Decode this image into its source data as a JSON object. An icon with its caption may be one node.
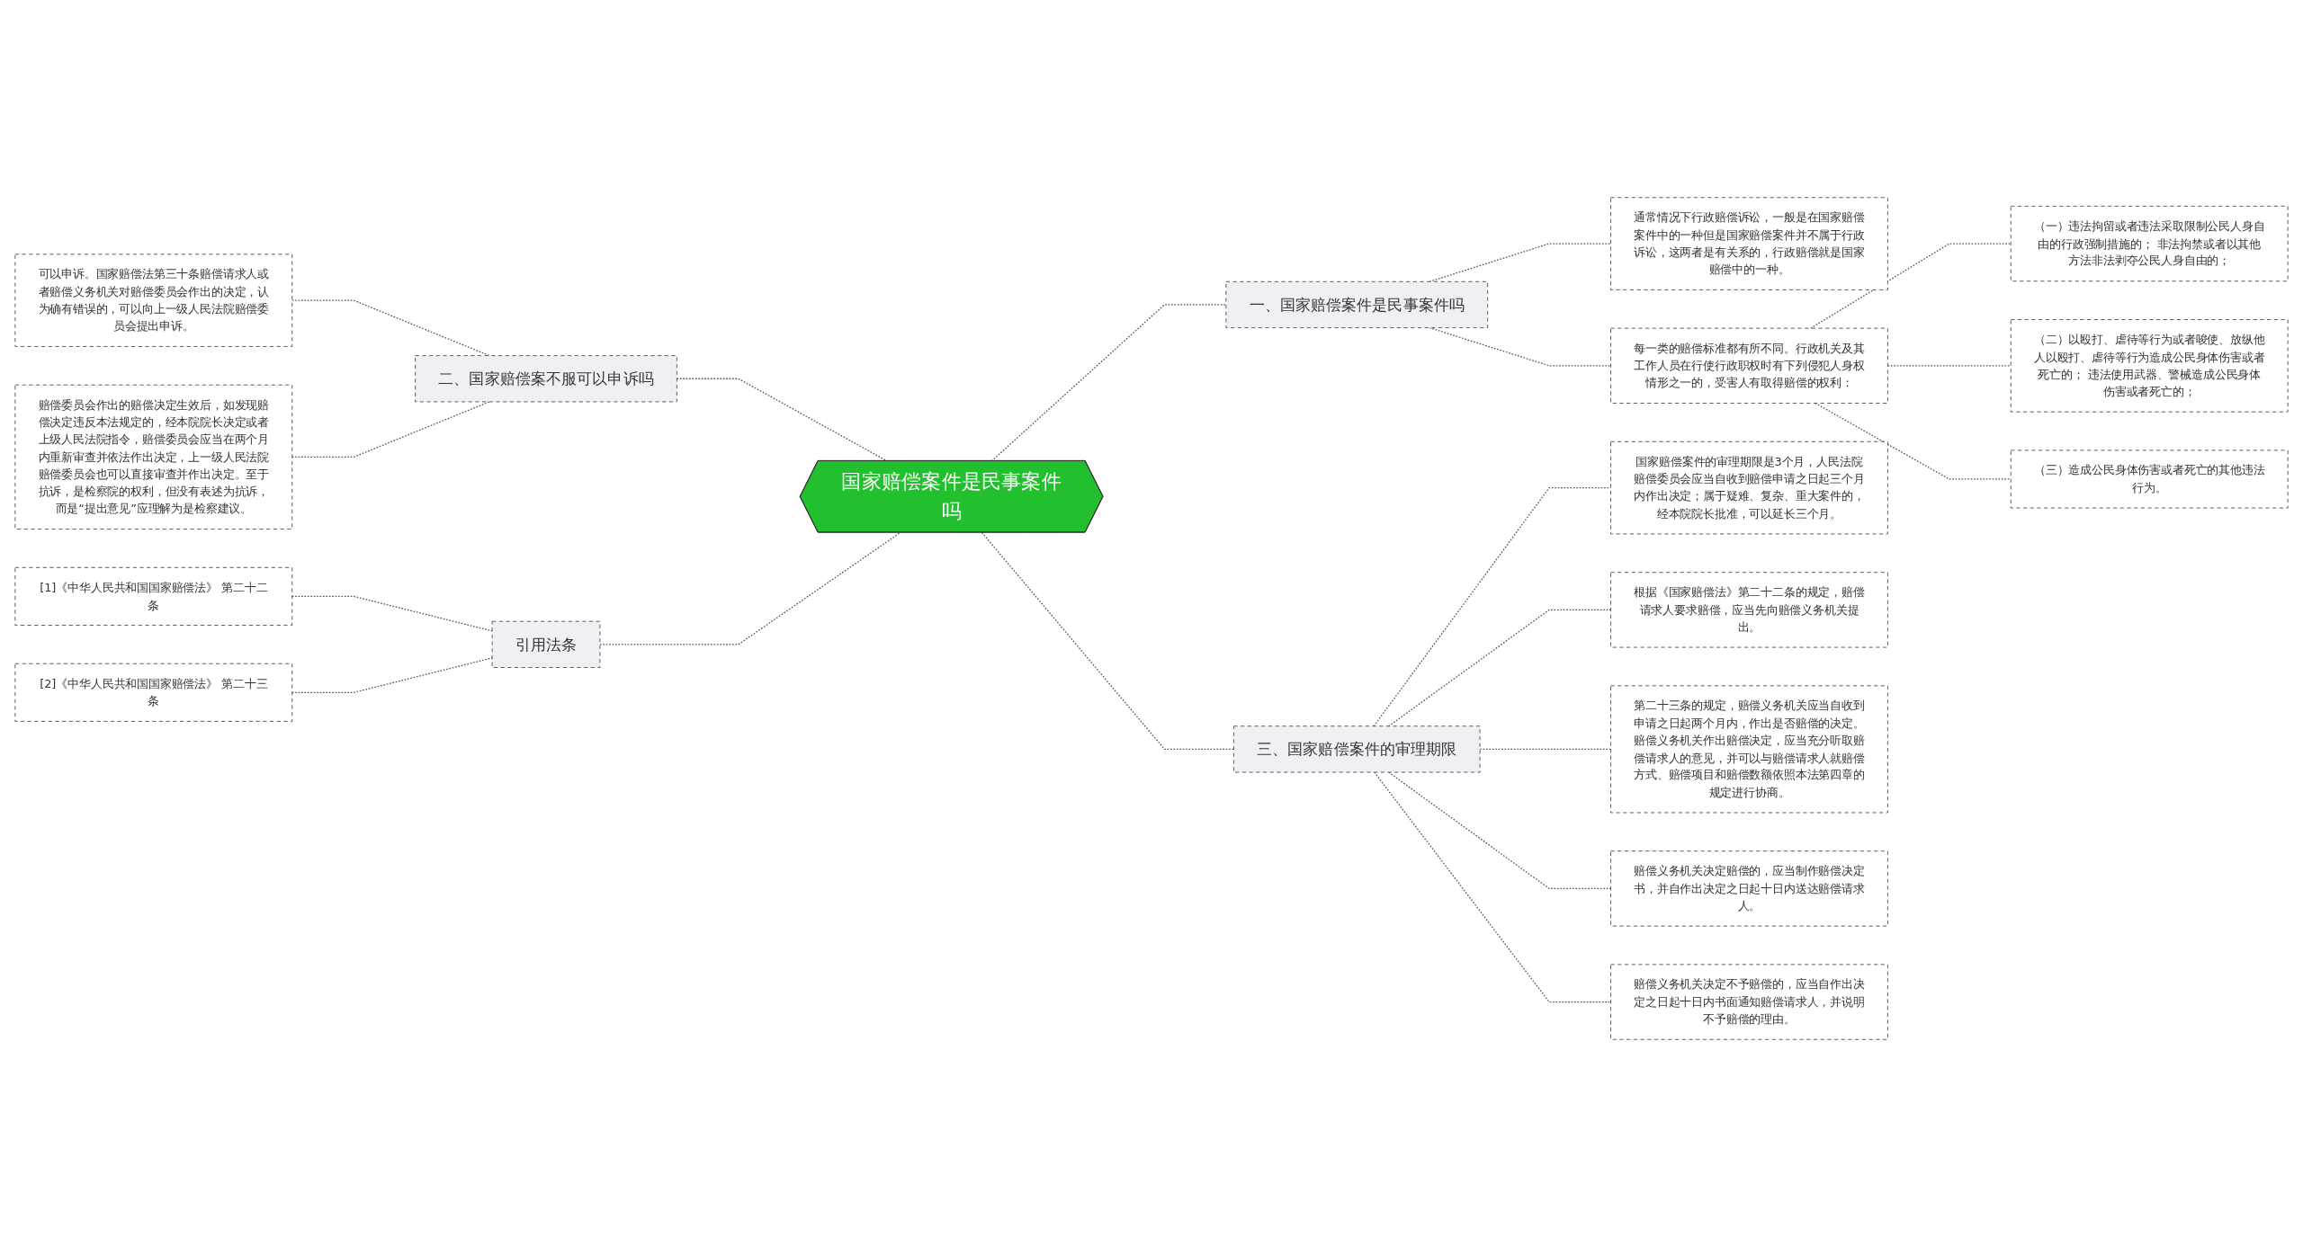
{
  "diagram": {
    "nodes": [
      {
        "text": [
          "国家赔偿案件是民事案件吗"
        ]
      },
      {
        "text": [
          "一、国家赔偿案件是民事案件吗"
        ]
      },
      {
        "text": [
          "通常情况下行政赔偿诉讼，一般是在国家赔偿案件中的一种但是国家赔偿案件并不属于行政诉讼，这两者是有关系的，行政赔偿就是国家赔偿中的一种。"
        ]
      },
      {
        "text": [
          "每一类的赔偿标准都有所不同。行政机关及其工作人员在行使行政职权时有下列侵犯人身权情形之一的，受害人有取得赔偿的权利："
        ]
      },
      {
        "text": [
          "（一）违法拘留或者违法采取限制公民人身自由的行政强制措施的； 非法拘禁或者以其他方法非法剥夺公民人身自由的；"
        ]
      },
      {
        "text": [
          "（二）以殴打、虐待等行为或者唆使、放纵他人以殴打、虐待等行为造成公民身体伤害或者死亡的； 违法使用武器、警械造成公民身体伤害或者死亡的；"
        ]
      },
      {
        "text": [
          "（三）造成公民身体伤害或者死亡的其他违法行为。"
        ]
      },
      {
        "text": [
          "二、国家赔偿案不服可以申诉吗"
        ]
      },
      {
        "text": [
          "可以申诉。国家赔偿法第三十条赔偿请求人或者赔偿义务机关对赔偿委员会作出的决定，认为确有错误的，可以向上一级人民法院赔偿委员会提出申诉。"
        ]
      },
      {
        "text": [
          "赔偿委员会作出的赔偿决定生效后，如发现赔偿决定违反本法规定的，经本院院长决定或者上级人民法院指令，赔偿委员会应当在两个月内重新审查并依法作出决定，上一级人民法院赔偿委员会也可以直接审查并作出决定。至于抗诉，是检察院的权利，但没有表述为抗诉，而是“提出意见”应理解为是检察建议。"
        ]
      },
      {
        "text": [
          "引用法条"
        ]
      },
      {
        "text": [
          "[1]《中华人民共和国国家赔偿法》 第二十二条"
        ]
      },
      {
        "text": [
          "[2]《中华人民共和国国家赔偿法》 第二十三条"
        ]
      },
      {
        "text": [
          "三、国家赔偿案件的审理期限"
        ]
      },
      {
        "text": [
          "国家赔偿案件的审理期限是3个月，人民法院赔偿委员会应当自收到赔偿申请之日起三个月内作出决定；属于疑难、复杂、重大案件的，经本院院长批准，可以延长三个月。"
        ]
      },
      {
        "text": [
          "根据《国家赔偿法》第二十二条的规定，赔偿请求人要求赔偿，应当先向赔偿义务机关提出。"
        ]
      },
      {
        "text": [
          "第二十三条的规定，赔偿义务机关应当自收到申请之日起两个月内，作出是否赔偿的决定。赔偿义务机关作出赔偿决定，应当充分听取赔偿请求人的意见，并可以与赔偿请求人就赔偿方式、赔偿项目和赔偿数额依照本法第四章的规定进行协商。"
        ]
      },
      {
        "text": [
          "赔偿义务机关决定赔偿的，应当制作赔偿决定书，并自作出决定之日起十日内送达赔偿请求人。"
        ]
      },
      {
        "text": [
          "赔偿义务机关决定不予赔偿的，应当自作出决定之日起十日内书面通知赔偿请求人，并说明不予赔偿的理由。"
        ]
      }
    ],
    "edges": [
      {
        "from": 0,
        "to": 1,
        "arrow": "none",
        "style": "dashed"
      },
      {
        "from": 1,
        "to": 2,
        "arrow": "none",
        "style": "dashed"
      },
      {
        "from": 1,
        "to": 3,
        "arrow": "none",
        "style": "dashed"
      },
      {
        "from": 3,
        "to": 4,
        "arrow": "none",
        "style": "dashed"
      },
      {
        "from": 3,
        "to": 5,
        "arrow": "none",
        "style": "dashed"
      },
      {
        "from": 3,
        "to": 6,
        "arrow": "none",
        "style": "dashed"
      },
      {
        "from": 0,
        "to": 7,
        "arrow": "none",
        "style": "dashed"
      },
      {
        "from": 7,
        "to": 8,
        "arrow": "none",
        "style": "dashed"
      },
      {
        "from": 7,
        "to": 9,
        "arrow": "none",
        "style": "dashed"
      },
      {
        "from": 0,
        "to": 10,
        "arrow": "none",
        "style": "dashed"
      },
      {
        "from": 10,
        "to": 11,
        "arrow": "none",
        "style": "dashed"
      },
      {
        "from": 10,
        "to": 12,
        "arrow": "none",
        "style": "dashed"
      },
      {
        "from": 0,
        "to": 13,
        "arrow": "none",
        "style": "dashed"
      },
      {
        "from": 13,
        "to": 14,
        "arrow": "none",
        "style": "dashed"
      },
      {
        "from": 13,
        "to": 15,
        "arrow": "none",
        "style": "dashed"
      },
      {
        "from": 13,
        "to": 16,
        "arrow": "none",
        "style": "dashed"
      },
      {
        "from": 13,
        "to": 17,
        "arrow": "none",
        "style": "dashed"
      },
      {
        "from": 13,
        "to": 18,
        "arrow": "none",
        "style": "dashed"
      }
    ]
  }
}
